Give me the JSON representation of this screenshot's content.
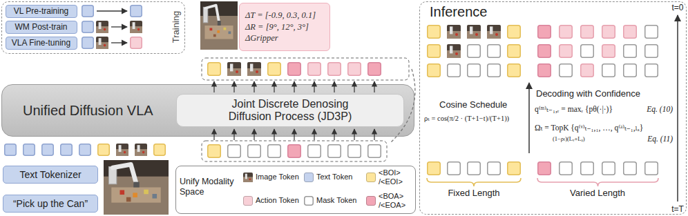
{
  "diagram": {
    "nodes": [
      {
        "text": [
          "Training"
        ]
      },
      {
        "text": [
          "VL Pre-training"
        ],
        "in": 0
      },
      {
        "text": [
          "WM Post-train"
        ],
        "in": 0
      },
      {
        "text": [
          "VLA Fine-tuning"
        ],
        "in": 0
      },
      {
        "text": [
          "ΔT = [-0.9, 0.3, 0.1]",
          "ΔR = [9°, 12°, 3°]",
          "ΔGripper"
        ]
      },
      {
        "text": [
          "Unified Diffusion VLA"
        ]
      },
      {
        "text": [
          "Joint Discrete Denosing Diffusion Process (JD3P)"
        ],
        "in": 5
      },
      {
        "text": [
          "Text Tokenizer"
        ]
      },
      {
        "text": [
          "“Pick up the Can”"
        ]
      },
      {
        "text": [
          "Inference"
        ]
      }
    ],
    "labels": [
      "Unify Modality Space",
      "Cosine Schedule",
      "ρₜ = cos(π/2 · (T+1−t)/(T+1))",
      "Decoding with Confidence",
      "q⁽ᵐ⁾ₜ₋₁,ᵣ = maxᵣ {pθ(·|·)}",
      "Eq. (10)",
      "Ωₜ = TopK {q⁽ᵛ⁾ₜ₋₁,₁, …, q⁽ᵃ⁾ₜ₋₁,ₗₐ}",
      "(1−ρₜ)(Lᵥ+Lₐ)",
      "Eq. (11)",
      "Fixed Length",
      "Varied Length",
      "t=0",
      "t=T"
    ],
    "legend": [
      {
        "text": "Image Token"
      },
      {
        "text": "Text Token",
        "color": "#c5d3ee"
      },
      {
        "text": "<BOI> /<EOI>",
        "color": "#fde59b"
      },
      {
        "text": "Action Token",
        "color": "#f8d0d7"
      },
      {
        "text": "Mask Token"
      },
      {
        "text": "<BOA> /<EOA>",
        "color": "#f2a6b6"
      }
    ]
  }
}
